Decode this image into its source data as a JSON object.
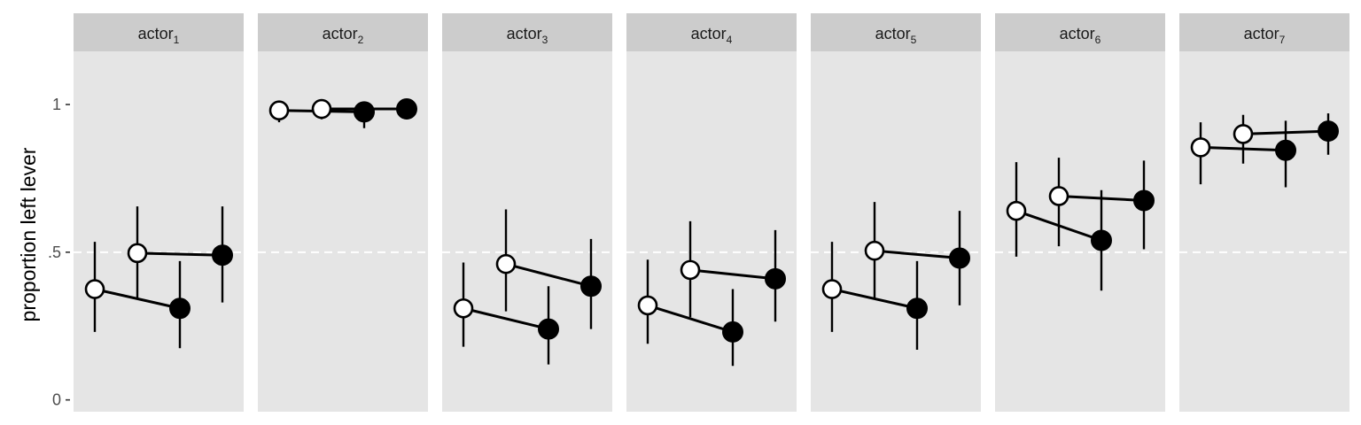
{
  "chart_data": {
    "type": "scatter",
    "title": "",
    "ylabel": "proportion left lever",
    "xlabel": "",
    "ylim": [
      -0.04,
      1.18
    ],
    "yticks": [
      {
        "value": 0,
        "label": "0"
      },
      {
        "value": 0.5,
        "label": ".5"
      },
      {
        "value": 1,
        "label": "1"
      }
    ],
    "reference_line": {
      "value": 0.5,
      "style": "dashed",
      "color": "#ffffff"
    },
    "x_positions": [
      1,
      2,
      3,
      4
    ],
    "xlim": [
      0.5,
      4.5
    ],
    "point_styles": [
      "open",
      "open",
      "filled",
      "filled"
    ],
    "connections": [
      [
        1,
        3
      ],
      [
        2,
        4
      ]
    ],
    "colors": {
      "panel_bg": "#e5e5e5",
      "strip_bg": "#cccccc",
      "mark": "#000000",
      "open_fill": "#ffffff"
    },
    "facets": [
      {
        "label_base": "actor",
        "label_sub": "1",
        "points": [
          {
            "x": 1,
            "y": 0.375,
            "lo": 0.23,
            "hi": 0.535
          },
          {
            "x": 2,
            "y": 0.497,
            "lo": 0.34,
            "hi": 0.655
          },
          {
            "x": 3,
            "y": 0.31,
            "lo": 0.175,
            "hi": 0.47
          },
          {
            "x": 4,
            "y": 0.49,
            "lo": 0.33,
            "hi": 0.655
          }
        ]
      },
      {
        "label_base": "actor",
        "label_sub": "2",
        "points": [
          {
            "x": 1,
            "y": 0.98,
            "lo": 0.94,
            "hi": 0.995
          },
          {
            "x": 2,
            "y": 0.985,
            "lo": 0.95,
            "hi": 0.998
          },
          {
            "x": 3,
            "y": 0.975,
            "lo": 0.92,
            "hi": 0.995
          },
          {
            "x": 4,
            "y": 0.985,
            "lo": 0.95,
            "hi": 0.998
          }
        ]
      },
      {
        "label_base": "actor",
        "label_sub": "3",
        "points": [
          {
            "x": 1,
            "y": 0.31,
            "lo": 0.18,
            "hi": 0.465
          },
          {
            "x": 2,
            "y": 0.46,
            "lo": 0.3,
            "hi": 0.645
          },
          {
            "x": 3,
            "y": 0.24,
            "lo": 0.12,
            "hi": 0.385
          },
          {
            "x": 4,
            "y": 0.385,
            "lo": 0.24,
            "hi": 0.545
          }
        ]
      },
      {
        "label_base": "actor",
        "label_sub": "4",
        "points": [
          {
            "x": 1,
            "y": 0.32,
            "lo": 0.19,
            "hi": 0.475
          },
          {
            "x": 2,
            "y": 0.44,
            "lo": 0.28,
            "hi": 0.605
          },
          {
            "x": 3,
            "y": 0.23,
            "lo": 0.115,
            "hi": 0.375
          },
          {
            "x": 4,
            "y": 0.41,
            "lo": 0.265,
            "hi": 0.575
          }
        ]
      },
      {
        "label_base": "actor",
        "label_sub": "5",
        "points": [
          {
            "x": 1,
            "y": 0.375,
            "lo": 0.23,
            "hi": 0.535
          },
          {
            "x": 2,
            "y": 0.505,
            "lo": 0.345,
            "hi": 0.67
          },
          {
            "x": 3,
            "y": 0.31,
            "lo": 0.17,
            "hi": 0.47
          },
          {
            "x": 4,
            "y": 0.48,
            "lo": 0.32,
            "hi": 0.64
          }
        ]
      },
      {
        "label_base": "actor",
        "label_sub": "6",
        "points": [
          {
            "x": 1,
            "y": 0.64,
            "lo": 0.485,
            "hi": 0.805
          },
          {
            "x": 2,
            "y": 0.69,
            "lo": 0.52,
            "hi": 0.82
          },
          {
            "x": 3,
            "y": 0.54,
            "lo": 0.37,
            "hi": 0.71
          },
          {
            "x": 4,
            "y": 0.675,
            "lo": 0.51,
            "hi": 0.81
          }
        ]
      },
      {
        "label_base": "actor",
        "label_sub": "7",
        "points": [
          {
            "x": 1,
            "y": 0.855,
            "lo": 0.73,
            "hi": 0.94
          },
          {
            "x": 2,
            "y": 0.9,
            "lo": 0.8,
            "hi": 0.965
          },
          {
            "x": 3,
            "y": 0.845,
            "lo": 0.72,
            "hi": 0.945
          },
          {
            "x": 4,
            "y": 0.91,
            "lo": 0.83,
            "hi": 0.97
          }
        ]
      }
    ]
  }
}
